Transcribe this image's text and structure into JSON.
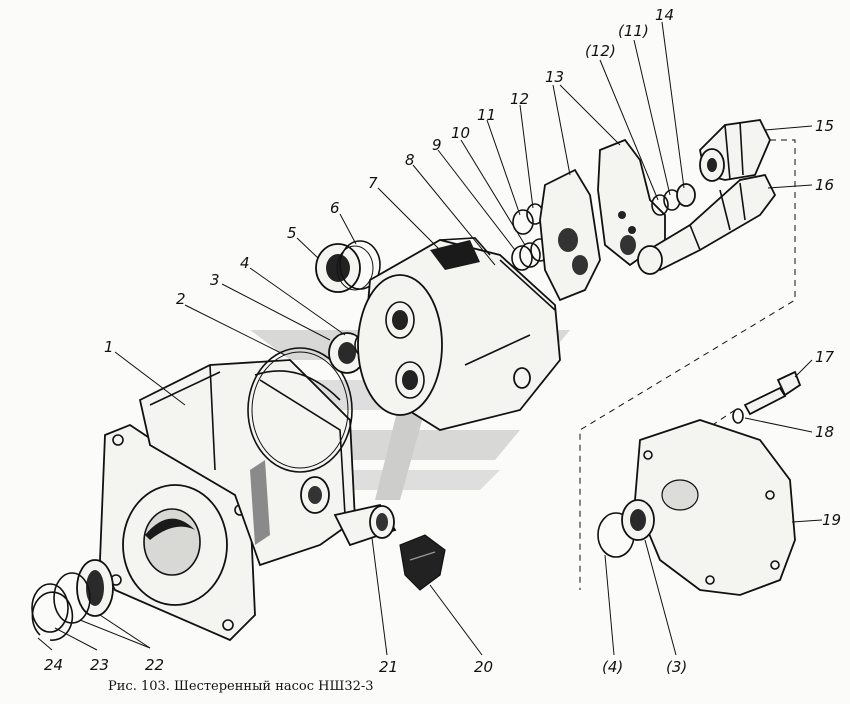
{
  "figure": {
    "caption": "Рис. 103. Шестеренный насос НШ32-3"
  },
  "callouts": [
    "1",
    "2",
    "3",
    "4",
    "5",
    "6",
    "7",
    "8",
    "9",
    "10",
    "11",
    "12",
    "13",
    "(12)",
    "(11)",
    "14",
    "15",
    "16",
    "17",
    "18",
    "19",
    "20",
    "21",
    "22",
    "23",
    "24",
    "(4)",
    "(3)"
  ],
  "colors": {
    "line": "#111111",
    "paper": "#fbfbf9",
    "watermark": "#c9c9c9"
  },
  "watermark_icon": "stylized-road-logo"
}
